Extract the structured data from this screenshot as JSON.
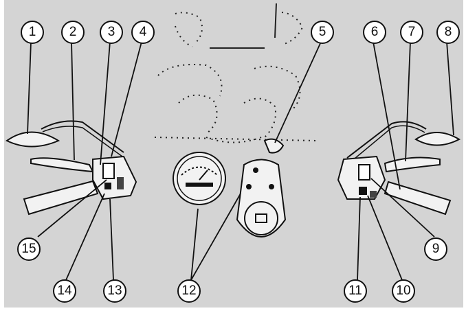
{
  "callouts": [
    {
      "id": "c1",
      "label": "1"
    },
    {
      "id": "c2",
      "label": "2"
    },
    {
      "id": "c3",
      "label": "3"
    },
    {
      "id": "c4",
      "label": "4"
    },
    {
      "id": "c5",
      "label": "5"
    },
    {
      "id": "c6",
      "label": "6"
    },
    {
      "id": "c7",
      "label": "7"
    },
    {
      "id": "c8",
      "label": "8"
    },
    {
      "id": "c9",
      "label": "9"
    },
    {
      "id": "c10",
      "label": "10"
    },
    {
      "id": "c11",
      "label": "11"
    },
    {
      "id": "c12",
      "label": "12"
    },
    {
      "id": "c13",
      "label": "13"
    },
    {
      "id": "c14",
      "label": "14"
    },
    {
      "id": "c15",
      "label": "15"
    }
  ],
  "colors": {
    "panel": "#d4d4d4",
    "ink": "#111111",
    "part_fill": "#f2f2f2"
  }
}
